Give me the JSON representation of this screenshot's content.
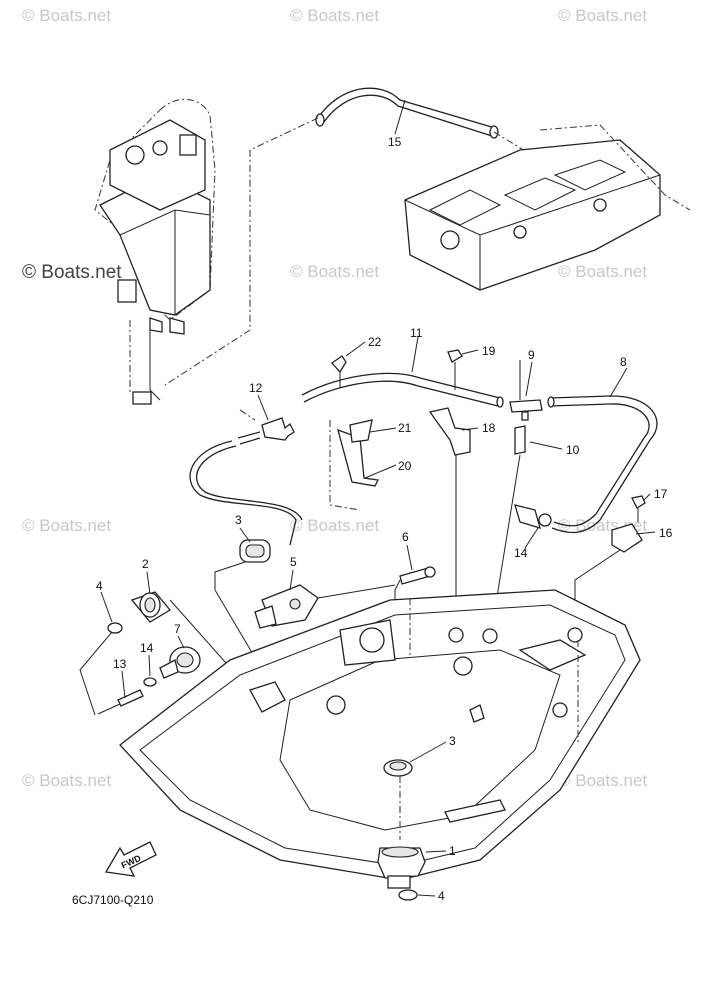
{
  "watermarks": {
    "text": "© Boats.net",
    "count": 12
  },
  "diagram_code": "6CJ7100-Q210",
  "fwd_label": "FWD",
  "callouts": {
    "c1": "1",
    "c2": "2",
    "c3a": "3",
    "c3b": "3",
    "c4a": "4",
    "c4b": "4",
    "c5": "5",
    "c6": "6",
    "c7": "7",
    "c8": "8",
    "c9": "9",
    "c10": "10",
    "c11": "11",
    "c12": "12",
    "c13": "13",
    "c14a": "14",
    "c14b": "14",
    "c15": "15",
    "c16": "16",
    "c17": "17",
    "c18": "18",
    "c19": "19",
    "c20": "20",
    "c21": "21",
    "c22": "22"
  }
}
